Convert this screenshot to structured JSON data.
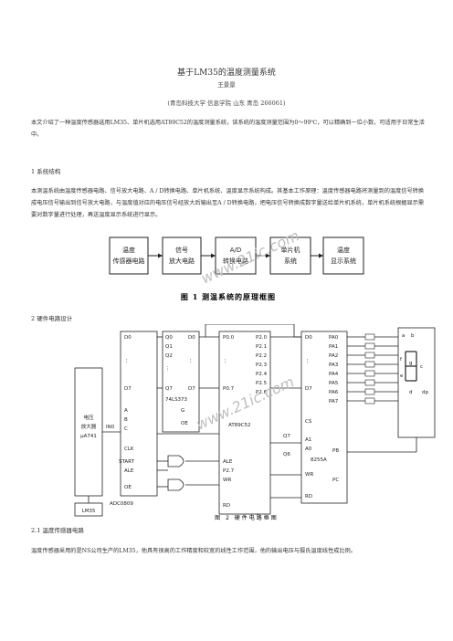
{
  "title": "基于LM35的温度测量系统",
  "author": "王景景",
  "affiliation": "(青岛科技大学  信息学院  山东  青岛  266061)",
  "abstract": "本文介绍了一种温度传感器选用LM35、单片机选用AT89C52的温度测量系统，该系统的温度测量范围为0～99℃，可以精确到一位小数，可适用于日常生活中。",
  "section1": {
    "heading": "1  系统结构",
    "body": "本测温系统由温度传感器电路、信号放大电路、A / D转换电路、单片机系统、温度显示系统构成。其基本工作原理：温度传感器电路将测量到的温度信号转换成电压信号输出到信号放大电路，与温度值对应的电压信号经放大后输出至A / D转换电路，把电压信号转换成数字量送给单片机系统，单片机系统根据显示需要对数字量进行处理，再送温度显示系统进行显示。"
  },
  "fig1": {
    "blocks": [
      "温度\n传感器电路",
      "信号\n放大电路",
      "A/D\n转换电路",
      "单片机\n系统",
      "温度\n显示系统"
    ],
    "caption": "图 1   测温系统的原理框图",
    "watermark": "www.21ic.com"
  },
  "section2": {
    "heading": "2  硬件电路设计"
  },
  "fig2": {
    "caption": "图 2    硬件电路框图",
    "watermark": "www.21ic.com",
    "amp_label": [
      "电压",
      "放大器",
      "μA741"
    ],
    "lm35": "LM35",
    "adc": {
      "name": "ADC0809",
      "pins": [
        "D0",
        "⋮",
        "D7",
        "A",
        "B",
        "C",
        "CLK",
        "START",
        "ALE",
        "OE"
      ],
      "in": "IN0"
    },
    "latch": {
      "name": "74LS373",
      "pins_left": [
        "Q0",
        "Q1",
        "Q2",
        "⋮",
        "Q7"
      ],
      "pins_right": [
        "D0",
        "⋮",
        "D7"
      ],
      "ctrl": [
        "G",
        "OE"
      ]
    },
    "mcu": {
      "name": "AT89C52",
      "left": [
        "P0.0",
        "⋮",
        "P0.7",
        "ALE",
        "P2.7",
        "WR",
        "RD"
      ],
      "right": [
        "P2.0",
        "P2.1",
        "P2.2",
        "P2.3",
        "P2.4",
        "P2.5",
        "P2.6"
      ]
    },
    "ppi": {
      "name": "8255A",
      "left": [
        "D0",
        "⋮",
        "D7",
        "CS",
        "A1",
        "A0",
        "WR",
        "RD"
      ],
      "right": [
        "PA0",
        "PA1",
        "PA2",
        "PA3",
        "PA4",
        "PA5",
        "PA6",
        "PA7",
        "PB",
        "PC"
      ],
      "misc": [
        "Q7",
        "Q6"
      ]
    },
    "display_labels": [
      "a",
      "b",
      "c",
      "d",
      "e",
      "f",
      "g",
      "dp"
    ]
  },
  "section21": {
    "heading": "2.1  温度传感器电路",
    "body": "温度传感器采用的是NS公司生产的LM35，他具有很高的工作精度和较宽的线性工作范围，他的输出电压与摄氏温度线性成比例。"
  }
}
